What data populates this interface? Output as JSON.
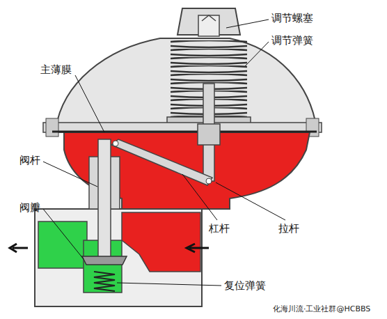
{
  "diagram": {
    "labels": [
      "调节螺塞",
      "调节弹簧",
      "主薄膜",
      "阀杆",
      "阀瓣",
      "杠杆",
      "拉杆",
      "复位弹簧",
      "化海川流·工业社群@HCBBS"
    ]
  }
}
